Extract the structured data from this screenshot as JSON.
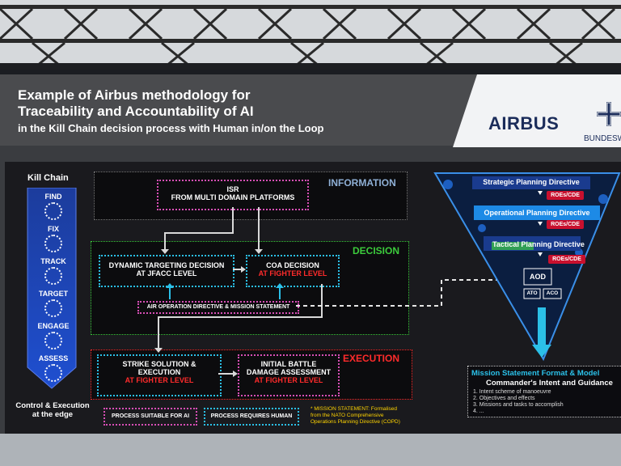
{
  "header": {
    "title_line1": "Example of Airbus methodology for",
    "title_line2": "Traceability and Accountability of AI",
    "subtitle": "in the Kill Chain decision process with Human in/on the Loop"
  },
  "brand": {
    "airbus": "AIRBUS",
    "bundeswehr": "BUNDESW"
  },
  "kill_chain": {
    "title": "Kill Chain",
    "stages": [
      "FIND",
      "FIX",
      "TRACK",
      "TARGET",
      "ENGAGE",
      "ASSESS"
    ],
    "footer_line1": "Control & Execution",
    "footer_line2": "at the edge"
  },
  "sections": {
    "information": "INFORMATION",
    "decision": "DECISION",
    "execution": "EXECUTION"
  },
  "boxes": {
    "isr_line1": "ISR",
    "isr_line2": "FROM MULTI DOMAIN PLATFORMS",
    "dynamic_line1": "DYNAMIC TARGETING DECISION",
    "dynamic_line2": "AT JFACC LEVEL",
    "coa_line1": "COA DECISION",
    "coa_line2": "AT FIGHTER LEVEL",
    "aod_directive": "AIR OPERATION DIRECTIVE & MISSION STATEMENT",
    "strike_line1": "STRIKE SOLUTION &",
    "strike_line2": "EXECUTION",
    "strike_line3": "AT FIGHTER LEVEL",
    "bda_line1": "INITIAL BATTLE",
    "bda_line2": "DAMAGE ASSESSMENT",
    "bda_line3": "AT FIGHTER LEVEL"
  },
  "legend": {
    "ai": "PROCESS SUITABLE FOR AI",
    "human": "PROCESS REQUIRES HUMAN"
  },
  "note": {
    "line1": "* MISSION STATEMENT: Formalised",
    "line2": "from the NATO Comprehensive",
    "line3": "Operations Planning Directive (COPD)"
  },
  "funnel": {
    "strategic": "Strategic Planning Directive",
    "operational": "Operational Planning Directive",
    "tactical": "Tactical Planning Directive",
    "roe": "ROEs/CDE",
    "aod": "AOD",
    "ato": "ATO",
    "aco": "ACO"
  },
  "mission": {
    "title": "Mission Statement Format & Model",
    "subtitle": "Commander's Intent and Guidance",
    "items": [
      "1. Intent scheme of manoeuvre",
      "2. Objectives and effects",
      "3. Missions and tasks to accomplish",
      "4. ..."
    ]
  },
  "colors": {
    "pink": "#d84fb6",
    "cyan": "#2bc0e8",
    "red": "#ff2b2b",
    "green": "#3ccb3c",
    "navy": "#1b2c5a"
  }
}
